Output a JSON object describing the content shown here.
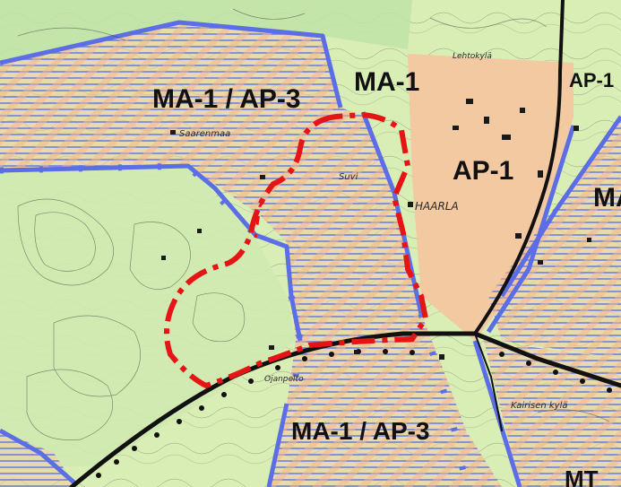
{
  "map": {
    "zone_labels": [
      "MA-1 / AP-3",
      "MA-1",
      "AP-1",
      "AP-1",
      "MA-1 / AP-3",
      "MA",
      "MT"
    ],
    "place_names": [
      "Saarenmaa",
      "Suvi",
      "HAARLA",
      "Kairisen kylä",
      "Ojanpelto",
      "Lehtokylä"
    ],
    "colors": {
      "base_terrain": "#d9eeb4",
      "forest_terrain": "#bfe3a8",
      "residential_orange": "#f3c9a2",
      "hatch_blue": "#6d7fe0",
      "zone_border_blue": "#5b6ee6",
      "planning_boundary_red": "#e61414",
      "road_black": "#111111",
      "topo_lines": "#3c3c3c"
    }
  }
}
